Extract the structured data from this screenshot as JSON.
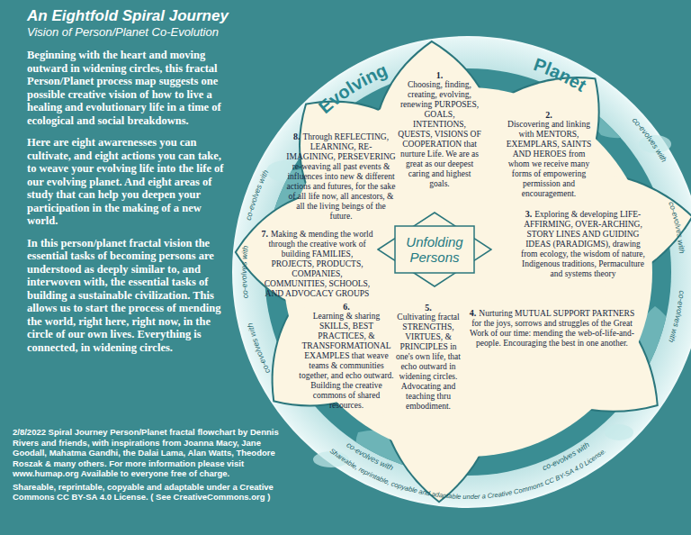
{
  "diagram": {
    "title": "An Eightfold Spiral Journey",
    "caption": "2/8/2022 Spiral Journey Person/Planet fractal flowchart by Dennis Rivers and friends, with inspirations from Joanna Macy, Jane Goodall, Mahatma Gandhi, the Dalai Lama, Alan Watts, Theodore Roszak & many others. For more information please visit www.humap.org Available to everyone free of charge.",
    "nodes": [
      {
        "text": [
          "Evolving",
          "Planet"
        ]
      },
      {
        "text": [
          "1.",
          "Choosing, finding, creating, evolving, renewing PURPOSES, GOALS, INTENTIONS, QUESTS, VISIONS OF COOPERATION that nurture Life. We are as great as our deepest caring and highest goals."
        ],
        "in": 0
      },
      {
        "text": [
          "2.",
          "Discovering and linking with MENTORS, EXEMPLARS, SAINTS AND HEROES from whom we receive many forms of empowering permission and encouragement."
        ],
        "in": 0
      },
      {
        "text": [
          "3.",
          "Exploring & developing LIFE-AFFIRMING, OVER-ARCHING, STORY LINES AND GUIDING IDEAS (PARADIGMS), drawing from ecology, the wisdom of nature, Indigenous traditions, Permaculture and systems theory"
        ],
        "in": 0
      },
      {
        "text": [
          "4.",
          "Nurturing MUTUAL SUPPORT PARTNERS for the joys, sorrows and struggles of the Great Work of our time: mending the web-of-life-and-people. Encouraging the best in one another."
        ],
        "in": 0
      },
      {
        "text": [
          "5.",
          "Cultivating fractal STRENGTHS, VIRTUES, & PRINCIPLES in one's own life, that echo outward in widening circles. Advocating and teaching thru embodiment."
        ],
        "in": 0
      },
      {
        "text": [
          "6.",
          "Learning & sharing SKILLS, BEST PRACTICES, & TRANSFORMATIONAL EXAMPLES that weave teams & communities together, and echo outward. Building the creative commons of shared resources."
        ],
        "in": 0
      },
      {
        "text": [
          "7.",
          "Making & mending the world through the creative work of building FAMILIES, PROJECTS, PRODUCTS, COMPANIES, COMMUNITIES, SCHOOLS, AND ADVOCACY GROUPS"
        ],
        "in": 0
      },
      {
        "text": [
          "8.",
          "Through REFLECTING, LEARNING, RE-IMAGINING, PERSEVERING re-weaving all past events & influences into new & different actions and futures, for the sake of all life now, all ancestors, & all the living beings of the future."
        ],
        "in": 0
      },
      {
        "text": [
          "Unfolding Persons"
        ],
        "in": 0
      }
    ],
    "labels": [
      "Vision of Person/Planet Co-Evolution",
      "Beginning with the heart and moving outward in widening circles, this fractal Person/Planet process map suggests one possible creative vision of how to live a healing and evolutionary life in a time of ecological and social breakdowns.",
      "Here are eight awarenesses you can cultivate, and eight actions you can take, to weave your evolving life into the life of our evolving planet. And eight areas of study that can help you deepen your participation in the making of a new world.",
      "In this person/planet fractal vision the essential tasks of becoming persons are understood as deeply similar to, and interwoven with, the essential tasks of building a sustainable civilization. This allows us to start the process of mending the world, right here, right now, in the circle of our own lives. Everything is connected, in widening circles.",
      "co-evolves with",
      "co-evolves with",
      "co-evolves with",
      "co-evolves with",
      "co-evolves with",
      "co-evolves with",
      "co-evolves with",
      "co-evolves with",
      "Shareable, reprintable, copyable and adaptable under a Creative Commons CC BY-SA 4.0 License.",
      "Shareable, reprintable, copyable and adaptable under a Creative Commons CC BY-SA 4.0 License. ( See CreativeCommons.org )"
    ]
  }
}
